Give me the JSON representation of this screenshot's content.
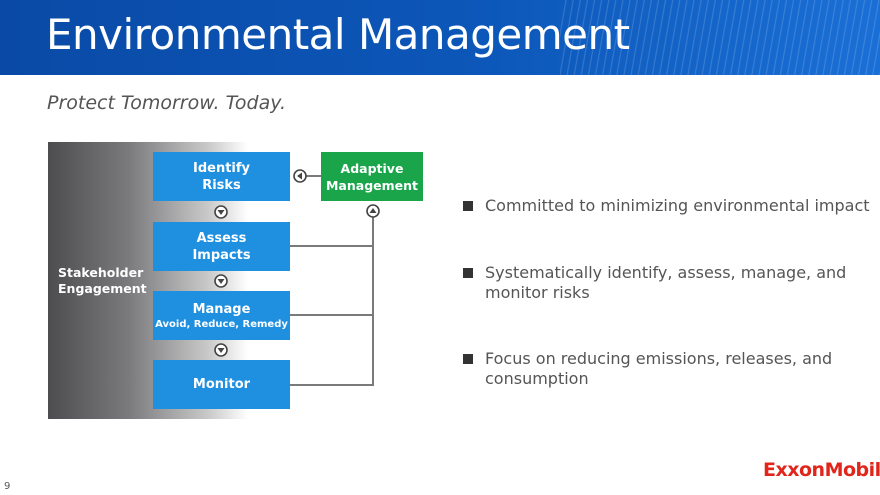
{
  "slide": {
    "title": "Environmental Management",
    "subtitle": "Protect Tomorrow. Today.",
    "page_number": "9",
    "logo_text": "ExxonMobil"
  },
  "diagram": {
    "stakeholder": {
      "line1": "Stakeholder",
      "line2": "Engagement"
    },
    "steps": [
      {
        "line1": "Identify",
        "line2": "Risks",
        "sub": ""
      },
      {
        "line1": "Assess",
        "line2": "Impacts",
        "sub": ""
      },
      {
        "line1": "Manage",
        "line2": "",
        "sub": "Avoid, Reduce, Remedy"
      },
      {
        "line1": "Monitor",
        "line2": "",
        "sub": ""
      }
    ],
    "adaptive": {
      "line1": "Adaptive",
      "line2": "Management"
    }
  },
  "bullets": [
    "Committed to minimizing environmental impact",
    "Systematically identify, assess, manage, and monitor risks",
    "Focus on reducing emissions, releases, and consumption"
  ],
  "colors": {
    "header_blue": "#0c57b9",
    "step_blue": "#1f8fe0",
    "adaptive_green": "#1aa54b",
    "logo_red": "#e1251b"
  }
}
